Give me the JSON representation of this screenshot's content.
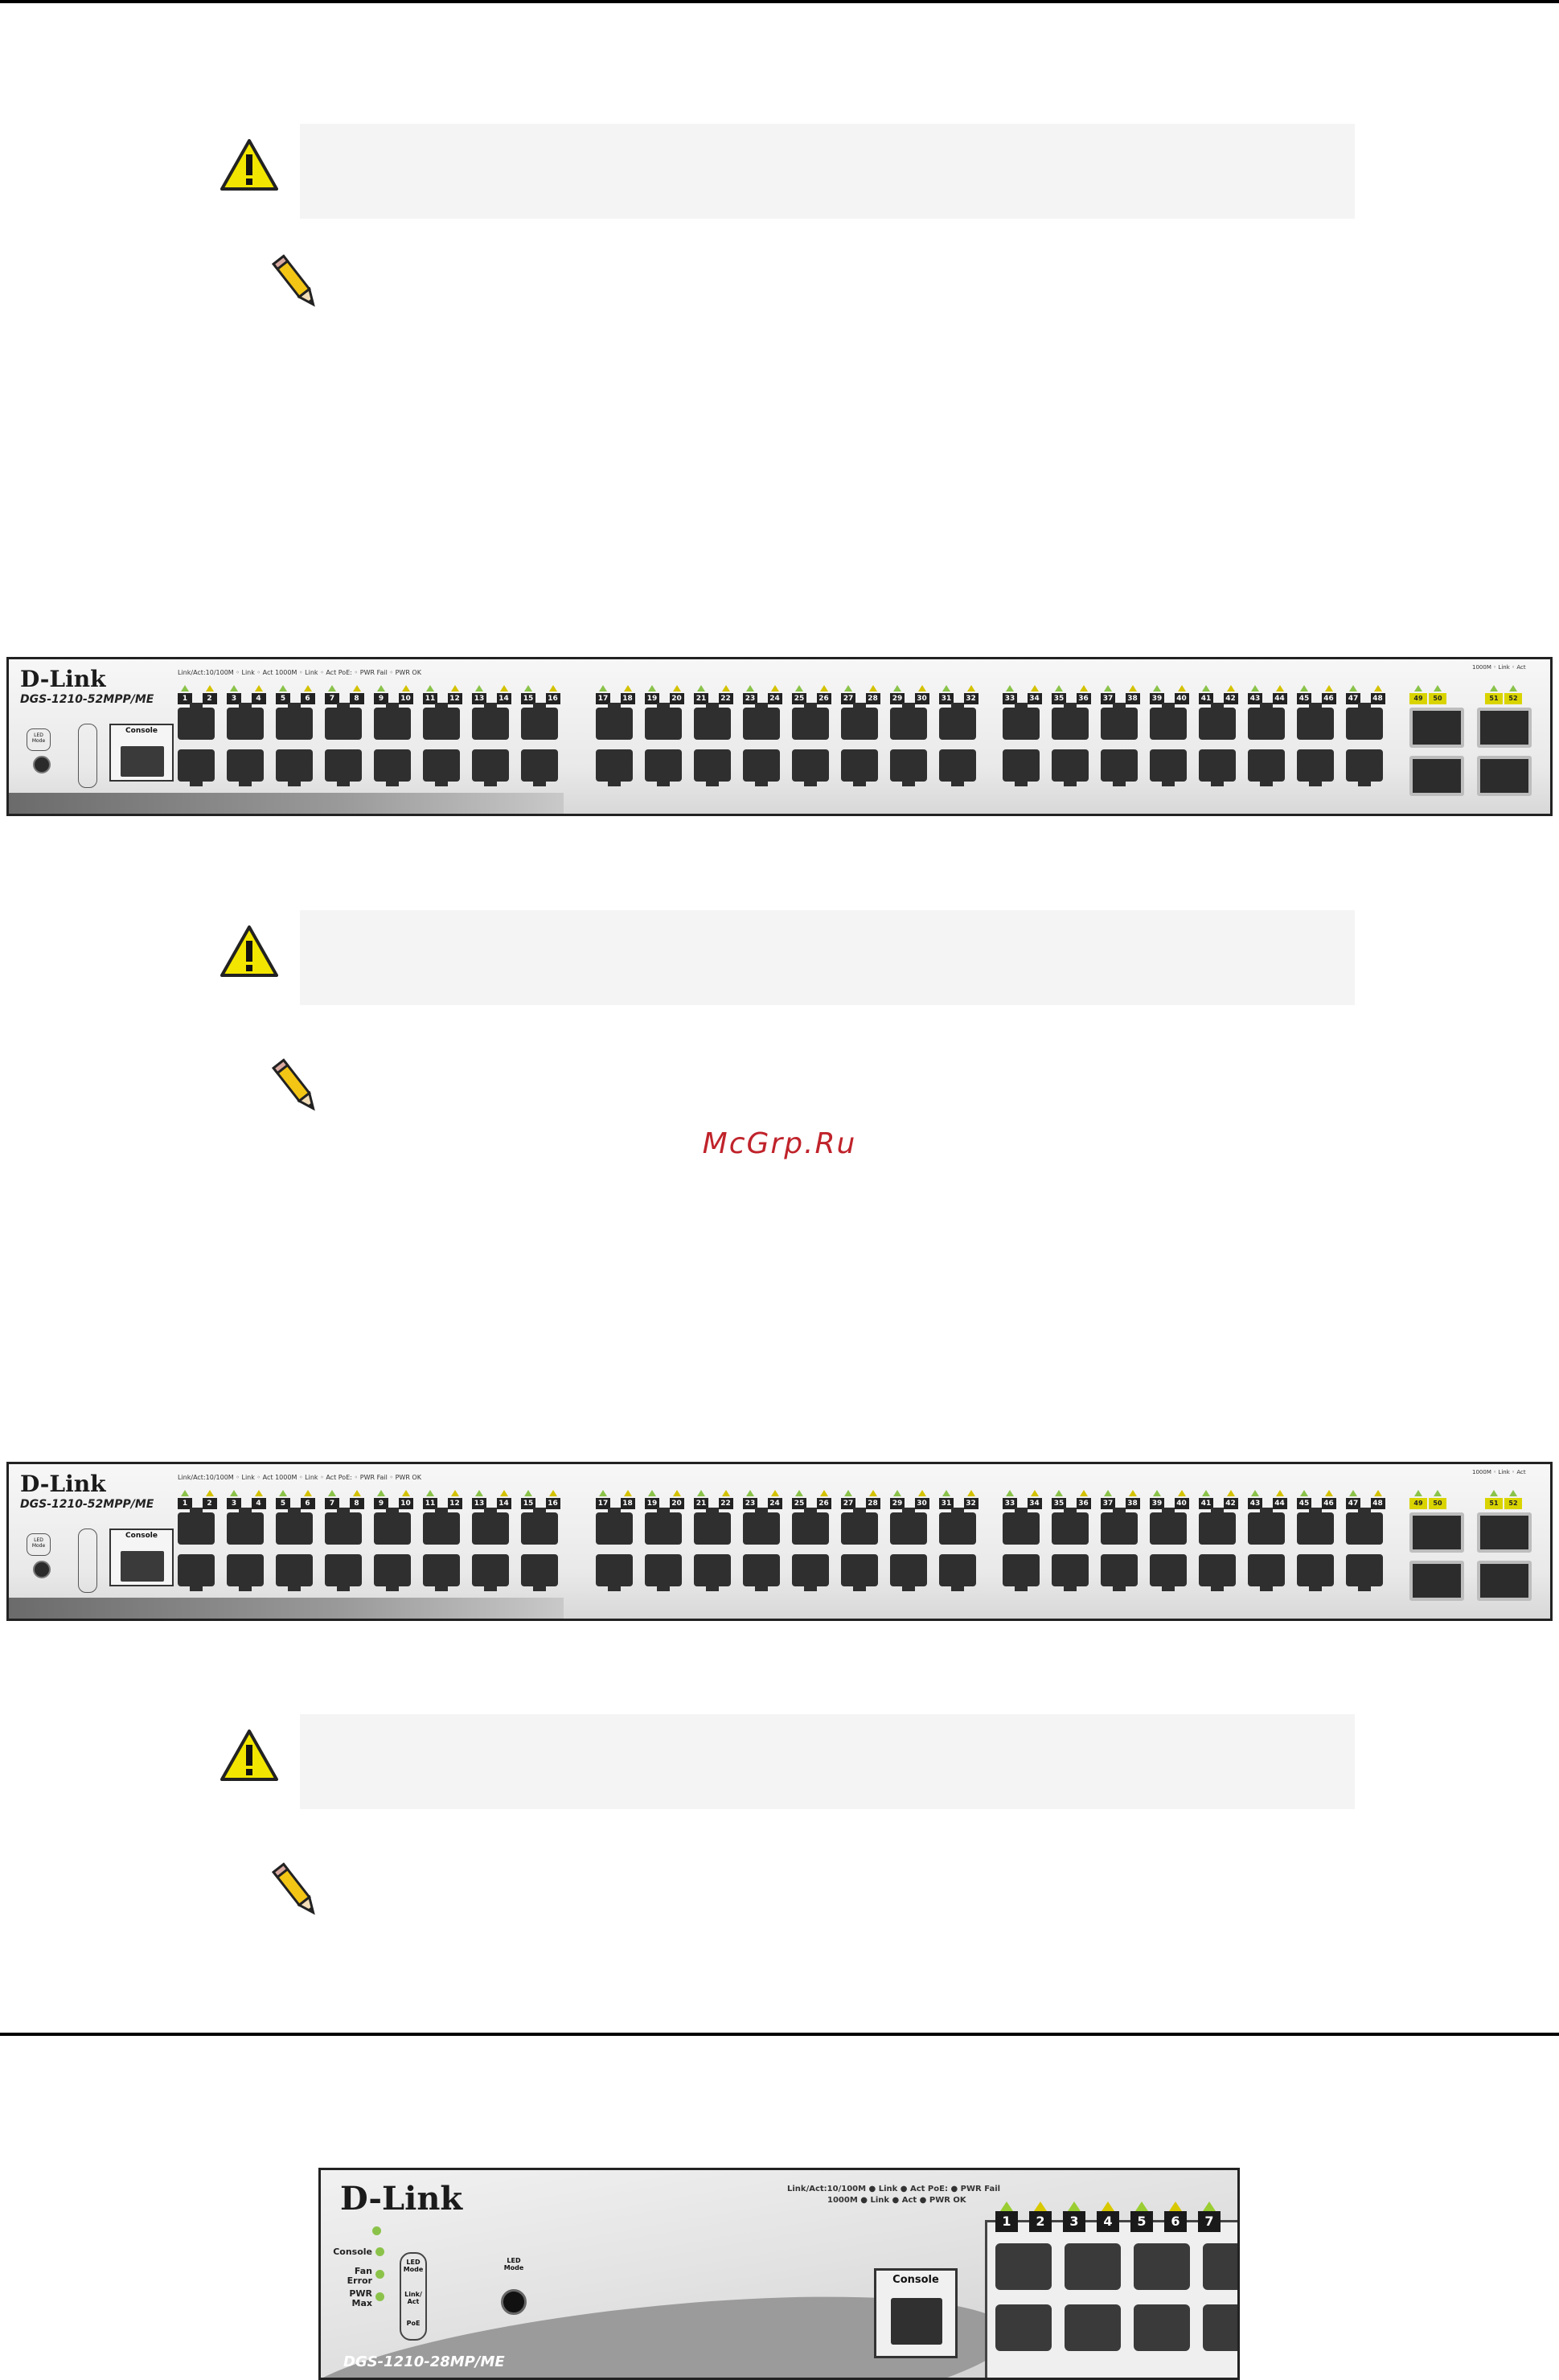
{
  "watermark": "McGrp.Ru",
  "switch_52": {
    "logo": "D-Link",
    "model": "DGS-1210-52MPP/ME",
    "led_legend": "Link/Act:10/100M ◦ Link ◦ Act   1000M ◦ Link ◦ Act   PoE: ◦ PWR Fail ◦ PWR OK",
    "sfp_legend": "1000M ◦ Link ◦ Act",
    "console_label": "Console",
    "led_mode": "LED Mode",
    "ports": [
      "1",
      "2",
      "3",
      "4",
      "5",
      "6",
      "7",
      "8",
      "9",
      "10",
      "11",
      "12",
      "13",
      "14",
      "15",
      "16",
      "17",
      "18",
      "19",
      "20",
      "21",
      "22",
      "23",
      "24",
      "25",
      "26",
      "27",
      "28",
      "29",
      "30",
      "31",
      "32",
      "33",
      "34",
      "35",
      "36",
      "37",
      "38",
      "39",
      "40",
      "41",
      "42",
      "43",
      "44",
      "45",
      "46",
      "47",
      "48"
    ],
    "sfp_ports": [
      "49",
      "50",
      "51",
      "52"
    ]
  },
  "switch_52b": {
    "logo": "D-Link",
    "model": "DGS-1210-52MPP/ME",
    "led_legend": "Link/Act:10/100M ◦ Link ◦ Act   1000M ◦ Link ◦ Act   PoE: ◦ PWR Fail ◦ PWR OK",
    "sfp_legend": "1000M ◦ Link ◦ Act",
    "console_label": "Console",
    "led_mode": "LED Mode"
  },
  "switch_28": {
    "logo": "D-Link",
    "model": "DGS-1210-28MP/ME",
    "legend_line1": "Link/Act:10/100M ● Link ● Act     PoE: ● PWR Fail",
    "legend_line2": "1000M ● Link ● Act          ● PWR OK",
    "side_labels": [
      "Console",
      "Fan Error",
      "PWR Max"
    ],
    "led_box_labels": [
      "LED Mode",
      "Link/ Act",
      "PoE"
    ],
    "led_mode_button": "LED Mode",
    "console_label": "Console",
    "ports": [
      "1",
      "2",
      "3",
      "4",
      "5",
      "6",
      "7"
    ]
  },
  "colors": {
    "warning_yellow": "#f2e600",
    "led_green": "#8bc34a",
    "led_amber": "#d4c200",
    "note_box": "#f4f4f4",
    "watermark_red": "#c0232b"
  }
}
